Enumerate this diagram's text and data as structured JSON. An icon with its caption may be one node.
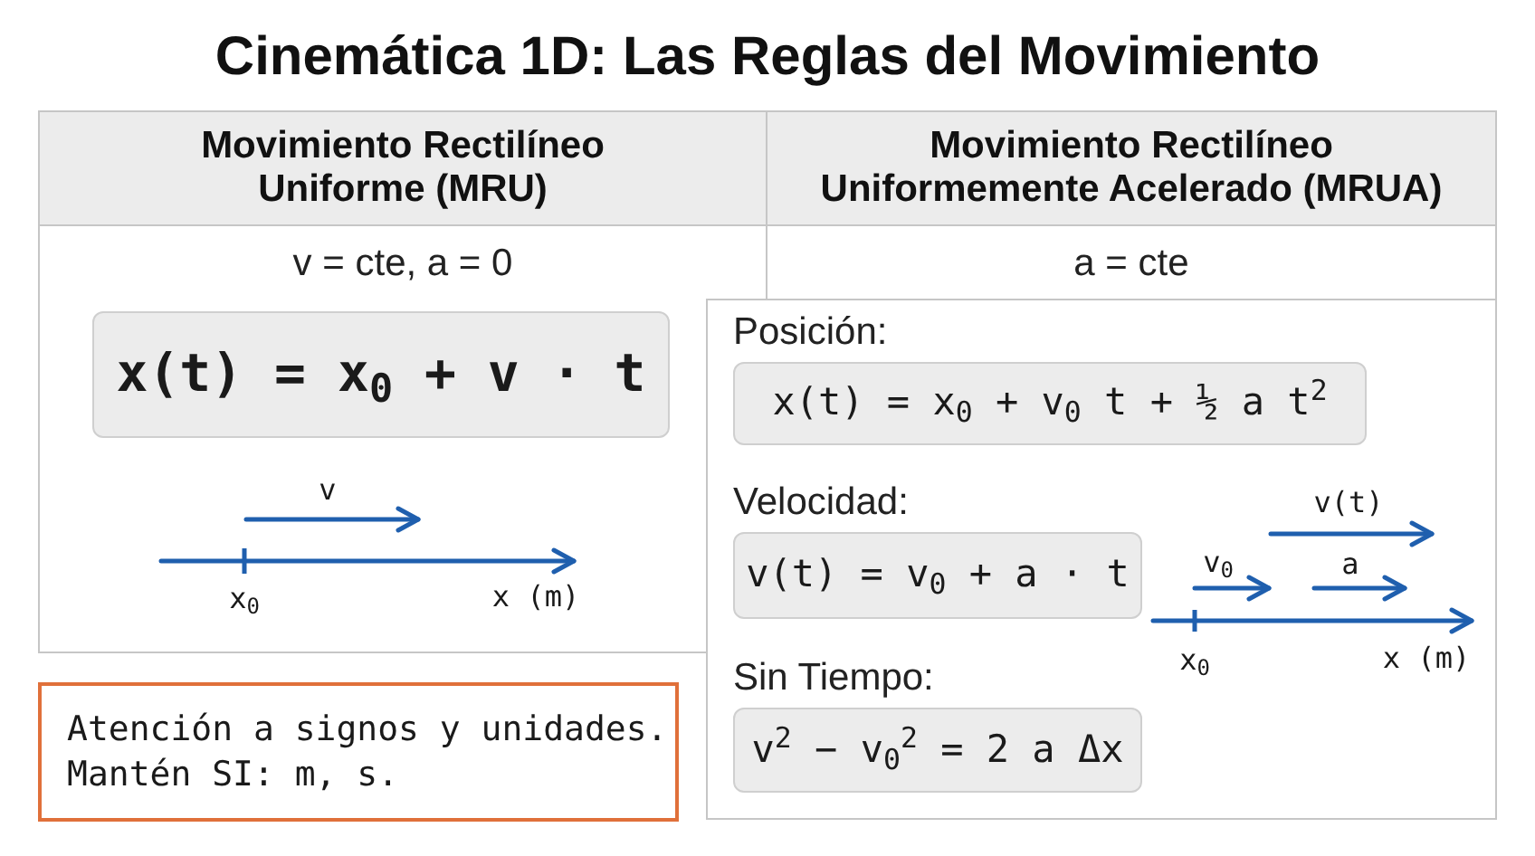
{
  "diagram": {
    "title": "Cinemática 1D: Las Reglas del Movimiento",
    "nodes": [
      {
        "text": [
          "Movimiento Rectilíneo Uniforme (MRU)",
          "v = cte, a = 0"
        ]
      },
      {
        "text": [
          "x(t) = x$_{0}$ + v · t"
        ],
        "in": 0
      },
      {
        "text": [
          "Movimiento Rectilíneo Uniformemente Acelerado (MRUA)",
          "a = cte"
        ]
      },
      {
        "text": [],
        "shape": "box"
      },
      {
        "text": [
          "Posición:",
          "x(t) = x$_{0}$ + v$_{0}$ t + ½ a t$^{2}$"
        ],
        "in": 3
      },
      {
        "text": [
          "Velocidad:",
          "v(t) = v$_{0}$ + a · t"
        ],
        "in": 3
      },
      {
        "text": [
          "Sin Tiempo:",
          "v$^{2}$ − v$_{0}$$^{2}$ = 2 a Δx"
        ],
        "in": 3
      },
      {
        "text": [
          "Atención a signos y unidades. Mantén SI: m, s."
        ]
      }
    ],
    "labels": [
      "v",
      "x$_{0}$",
      "x (m)",
      "v(t)",
      "v$_{0}$",
      "a",
      "x$_{0}$",
      "x (m)"
    ]
  }
}
